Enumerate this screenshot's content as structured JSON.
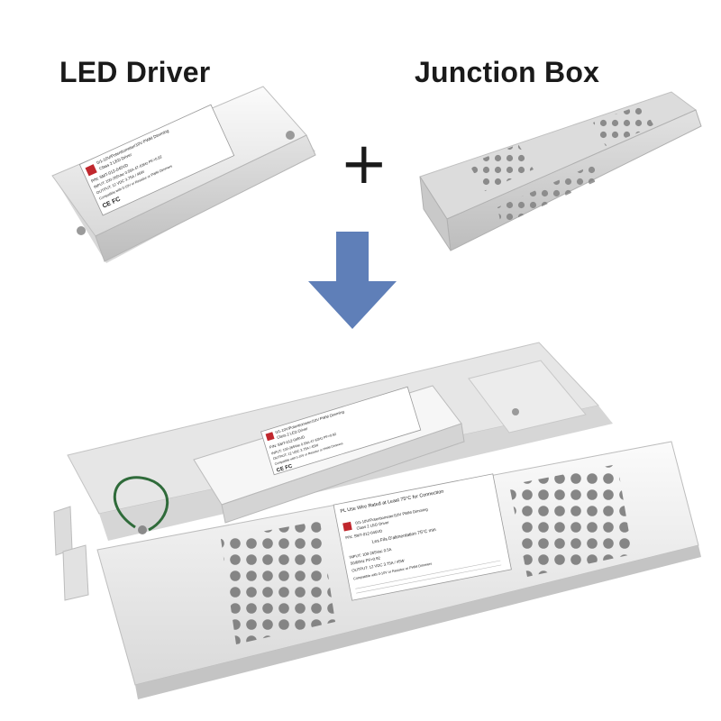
{
  "headings": {
    "driver": "LED Driver",
    "junction_box": "Junction Box",
    "plus": "+"
  },
  "driver_label": {
    "dimming": "0/1-10V/Potentiometer/10V PWM Dimming",
    "class": "Class 2 LED Driver",
    "pn": "P/N:  SMT-012-045VD",
    "input": "INPUT:  100-265Vac  0.55A  47-63Hz  PF>0.92",
    "output": "OUTPUT:  12 VDC  3.75A / 45W",
    "compat": "Compatible with 0-10V or Resistor or PWM Dimmers",
    "marks": "CE FC"
  },
  "box_notice": {
    "warning_en": "PL Use Wire Rated at Least 75°C for Connection",
    "warning_fr": "Les Fils D'alimentation 75°C min",
    "dimming": "0/1-10V/Potentiometer/10V PWM Dimming",
    "class": "Class 2 LED Driver",
    "pn": "P/N:  SMT-012-045VD",
    "input": "INPUT:  100-265Vac  0.5A",
    "input2": "50/60Hz  PF>0.92",
    "output": "OUTPUT:  12 VDC  3.75A / 45W",
    "compat": "Compatible with 0-10V or Resistor or PWM Dimmers"
  },
  "colors": {
    "arrow": "#5f7fb8",
    "housing": "#f0f0f0",
    "housing_shadow": "#c9c9c9",
    "ground_wire": "#2f6b3a"
  }
}
